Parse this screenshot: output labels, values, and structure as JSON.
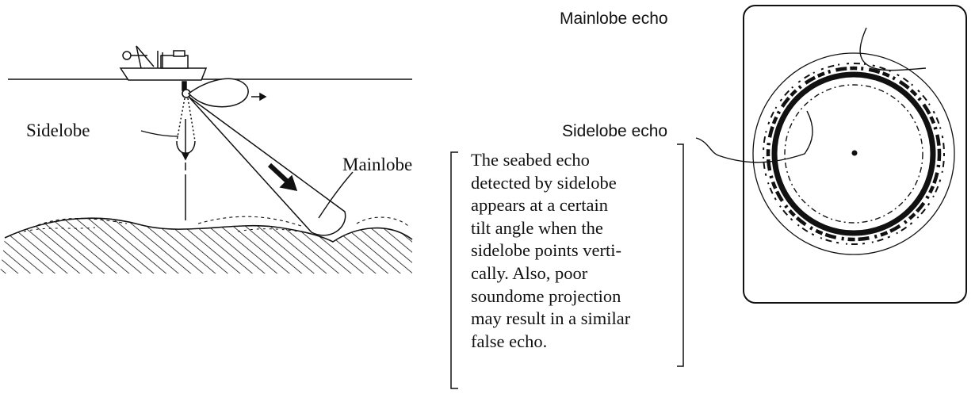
{
  "left_diagram": {
    "sidelobe_label": "Sidelobe",
    "mainlobe_label": "Mainlobe"
  },
  "note": {
    "lines": [
      "The seabed echo",
      "detected by sidelobe",
      "appears at a certain",
      "tilt angle when the",
      "sidelobe points verti-",
      "cally.  Also, poor",
      "soundome projection",
      "may result in a similar",
      "false echo."
    ]
  },
  "display": {
    "mainlobe_echo_label": "Mainlobe echo",
    "sidelobe_echo_label": "Sidelobe echo"
  }
}
